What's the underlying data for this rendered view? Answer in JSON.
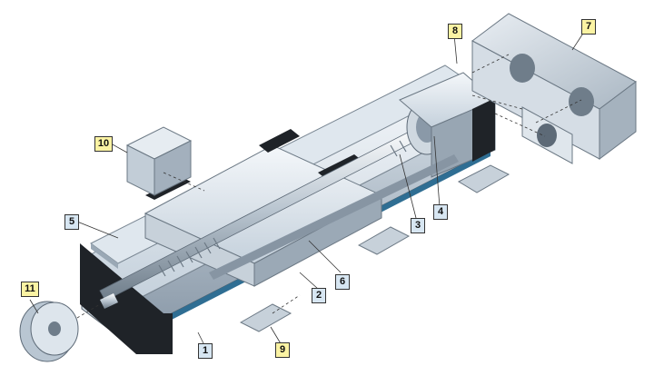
{
  "colors": {
    "blue_callout": "#d7e6f2",
    "yellow_callout": "#fbf3a3",
    "metal_light": "#e8eef4",
    "metal_mid": "#b9c6d2",
    "metal_dark": "#5d6a77",
    "black_parts": "#1f2328",
    "accent_stripe": "#2f6e93"
  },
  "callouts": [
    {
      "id": "c1",
      "label": "1",
      "style": "blue"
    },
    {
      "id": "c2",
      "label": "2",
      "style": "blue"
    },
    {
      "id": "c3",
      "label": "3",
      "style": "blue"
    },
    {
      "id": "c4",
      "label": "4",
      "style": "blue"
    },
    {
      "id": "c5",
      "label": "5",
      "style": "blue"
    },
    {
      "id": "c6",
      "label": "6",
      "style": "blue"
    },
    {
      "id": "c7",
      "label": "7",
      "style": "yellow"
    },
    {
      "id": "c8",
      "label": "8",
      "style": "yellow"
    },
    {
      "id": "c9",
      "label": "9",
      "style": "yellow"
    },
    {
      "id": "c10",
      "label": "10",
      "style": "yellow"
    },
    {
      "id": "c11",
      "label": "11",
      "style": "yellow"
    }
  ]
}
